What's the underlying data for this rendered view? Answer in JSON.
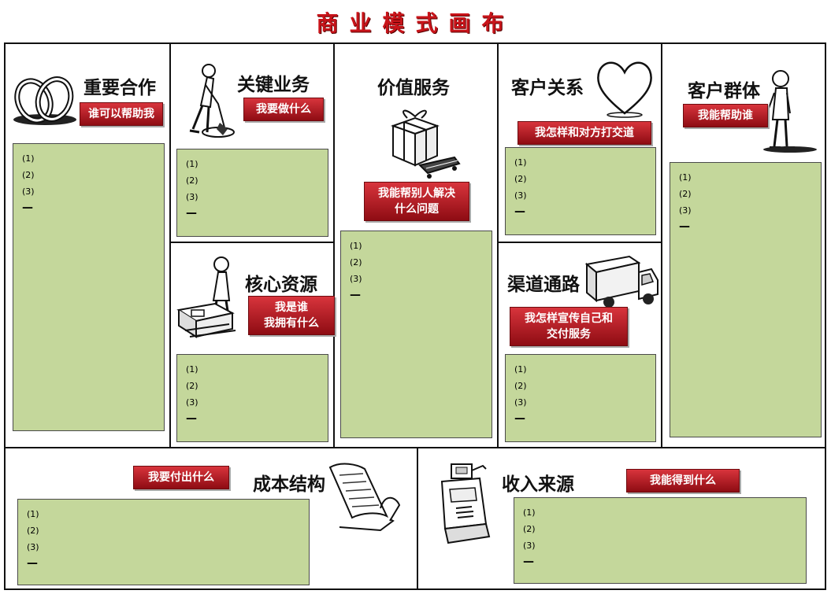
{
  "title": "商业模式画布",
  "note_lines": [
    "(1)",
    "(2)",
    "(3)",
    "—"
  ],
  "colors": {
    "title": "#c8141a",
    "tag_top": "#d8343c",
    "tag_bottom": "#8e0c13",
    "note_bg": "#c4d79b"
  },
  "blocks": {
    "key_partners": {
      "title": "重要合作",
      "tag": "谁可以帮助我",
      "icon": "rings-icon"
    },
    "key_activities": {
      "title": "关键业务",
      "tag": "我要做什么",
      "icon": "digging-man-icon"
    },
    "key_resources": {
      "title": "核心资源",
      "tag": "我是谁\n我拥有什么",
      "icon": "man-with-machine-icon"
    },
    "value_propositions": {
      "title": "价值服务",
      "tag": "我能帮别人解决\n什么问题",
      "icon": "gift-cart-icon"
    },
    "customer_relationships": {
      "title": "客户关系",
      "tag": "我怎样和对方打交道",
      "icon": "heart-icon"
    },
    "channels": {
      "title": "渠道通路",
      "tag": "我怎样宣传自己和\n交付服务",
      "icon": "truck-icon"
    },
    "customer_segments": {
      "title": "客户群体",
      "tag": "我能帮助谁",
      "icon": "standing-man-icon"
    },
    "cost_structure": {
      "title": "成本结构",
      "tag": "我要付出什么",
      "icon": "receipt-icon"
    },
    "revenue_streams": {
      "title": "收入来源",
      "tag": "我能得到什么",
      "icon": "cash-register-icon"
    }
  }
}
